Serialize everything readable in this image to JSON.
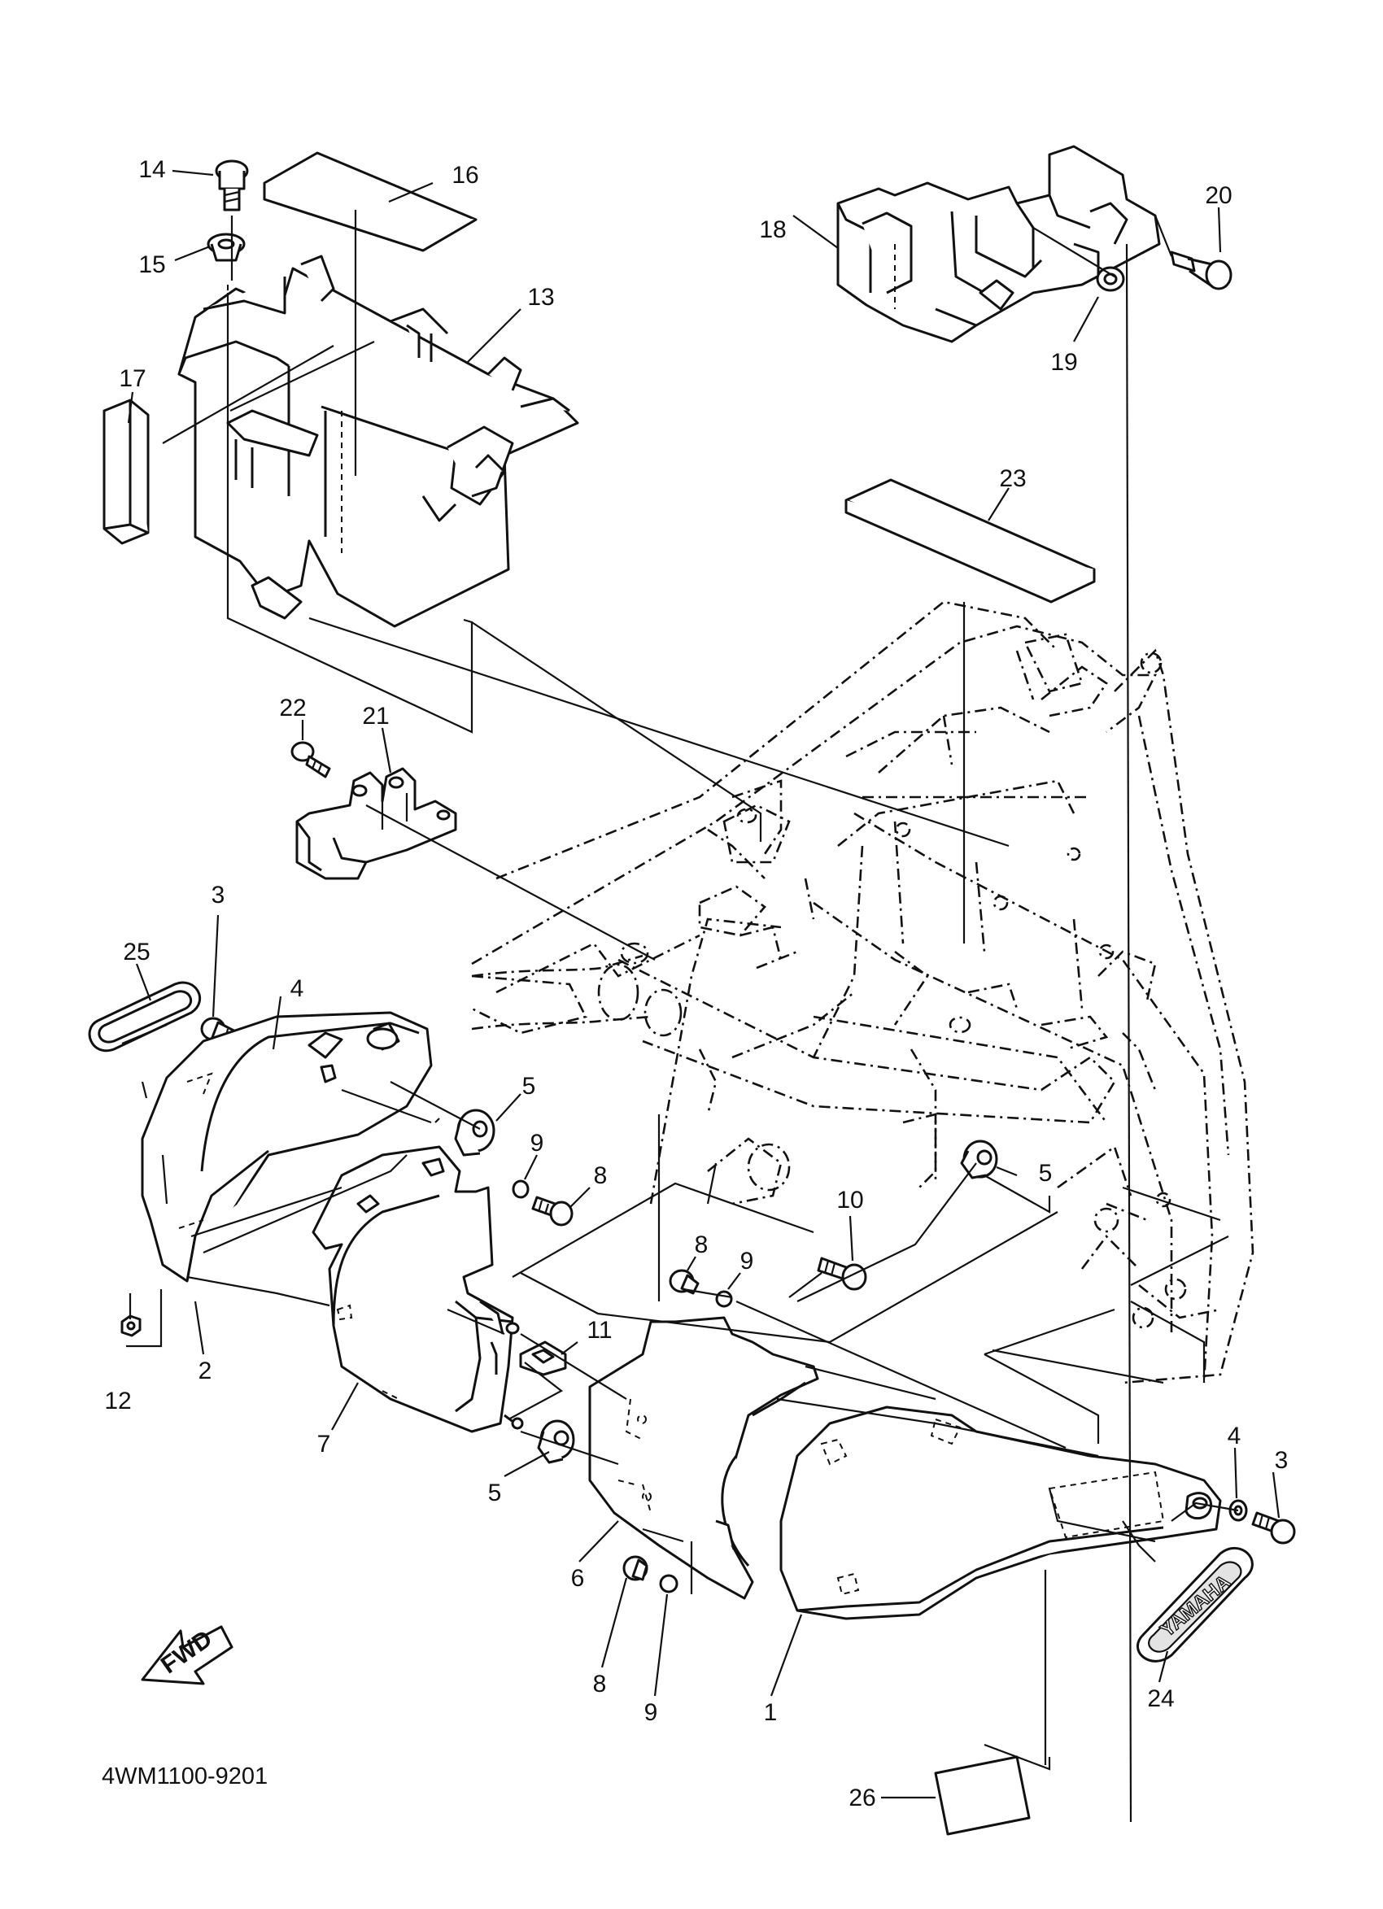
{
  "diagram": {
    "code": "4WM1100-9201",
    "fwd_label": "FWD",
    "emblem_text": "YAMAHA",
    "callouts": {
      "n1": "1",
      "n2": "2",
      "n3a": "3",
      "n3b": "3",
      "n4a": "4",
      "n4b": "4",
      "n5a": "5",
      "n5b": "5",
      "n5c": "5",
      "n6": "6",
      "n7": "7",
      "n8a": "8",
      "n8b": "8",
      "n8c": "8",
      "n9a": "9",
      "n9b": "9",
      "n9c": "9",
      "n10": "10",
      "n11": "11",
      "n12": "12",
      "n13": "13",
      "n14": "14",
      "n15": "15",
      "n16": "16",
      "n17": "17",
      "n18": "18",
      "n19": "19",
      "n20": "20",
      "n21": "21",
      "n22": "22",
      "n23": "23",
      "n24": "24",
      "n25": "25",
      "n26": "26"
    }
  }
}
